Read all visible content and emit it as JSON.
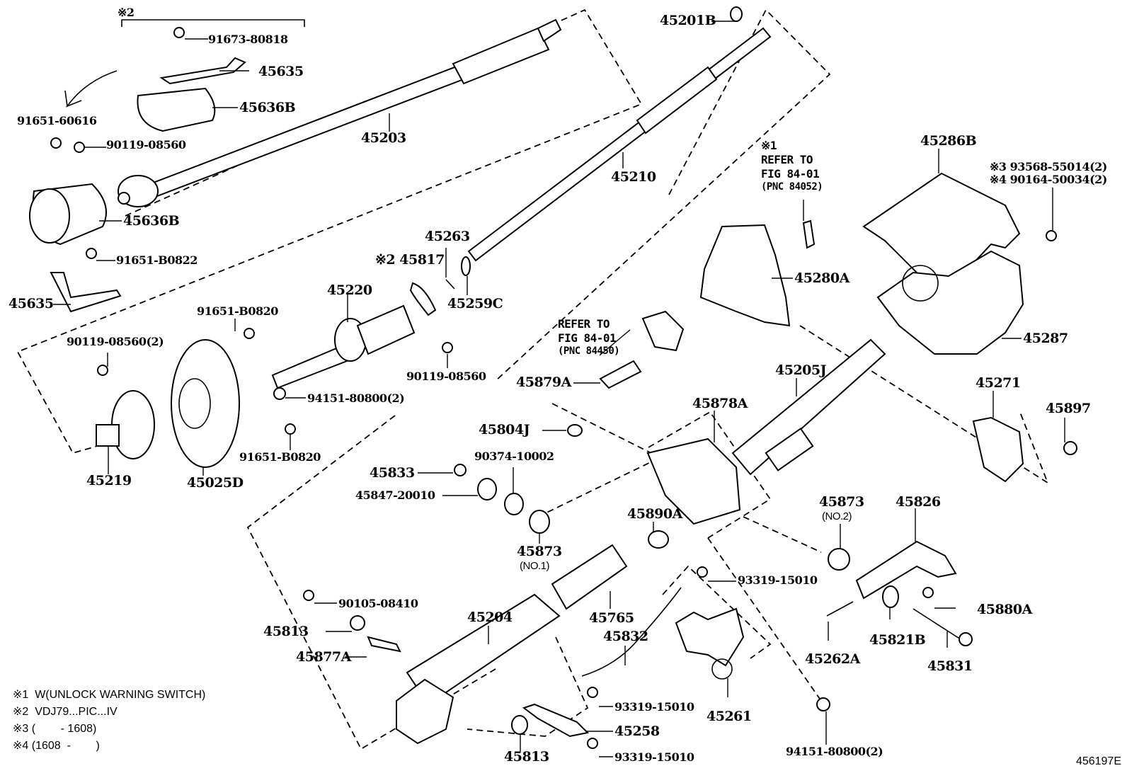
{
  "figure": {
    "id": "456197E",
    "subject": "Steering column exploded parts diagram"
  },
  "labels": {
    "n2_top": "※2",
    "p91673_80818": "91673-80818",
    "p45635_top": "45635",
    "p45636B_top": "45636B",
    "p91651_60616": "91651-60616",
    "p90119_08560_a": "90119-08560",
    "p45203": "45203",
    "p45636B_bot": "45636B",
    "p91651_B0822": "91651-B0822",
    "p45635_bot": "45635",
    "p91651_B0820_a": "91651-B0820",
    "p90119_08560_2": "90119-08560(2)",
    "p94151_80800_2_a": "94151-80800(2)",
    "p91651_B0820_b": "91651-B0820",
    "p45219": "45219",
    "p45025D": "45025D",
    "p45220": "45220",
    "p45817": "※2 45817",
    "p45263": "45263",
    "p45259C": "45259C",
    "p90119_08560_b": "90119-08560",
    "p45201B": "45201B",
    "p45210": "45210",
    "ref1_note": "※1",
    "ref1_line1": "REFER TO",
    "ref1_line2": "FIG 84-01",
    "ref1_line3": "(PNC 84052)",
    "p45280A": "45280A",
    "p45286B": "45286B",
    "p93568": "※3 93568-55014(2)",
    "p90164": "※4 90164-50034(2)",
    "p45287": "45287",
    "ref2_line1": "REFER TO",
    "ref2_line2": "FIG 84-01",
    "ref2_line3": "(PNC 84450)",
    "p45879A": "45879A",
    "p45205J": "45205J",
    "p45878A": "45878A",
    "p45804J": "45804J",
    "p45833": "45833",
    "p90374_10002": "90374-10002",
    "p45847_20010": "45847-20010",
    "p45873_1": "45873",
    "p45873_1_sub": "(NO.1)",
    "p45890A": "45890A",
    "p45271": "45271",
    "p45897": "45897",
    "p45873_2": "45873",
    "p45873_2_sub": "(NO.2)",
    "p45826": "45826",
    "p93319_a": "93319-15010",
    "p45765": "45765",
    "p90105_08410": "90105-08410",
    "p45813_a": "45813",
    "p45877A": "45877A",
    "p45204": "45204",
    "p45832": "45832",
    "p45261": "45261",
    "p45262A": "45262A",
    "p45821B": "45821B",
    "p45880A": "45880A",
    "p45831": "45831",
    "p93319_b": "93319-15010",
    "p45258": "45258",
    "p93319_c": "93319-15010",
    "p45813_b": "45813",
    "p94151_80800_2_b": "94151-80800(2)"
  },
  "notes": [
    "※1  W(UNLOCK WARNING SWITCH)",
    "※2  VDJ79...PIC...IV",
    "※3 (        - 1608)",
    "※4 (1608  -        )"
  ]
}
